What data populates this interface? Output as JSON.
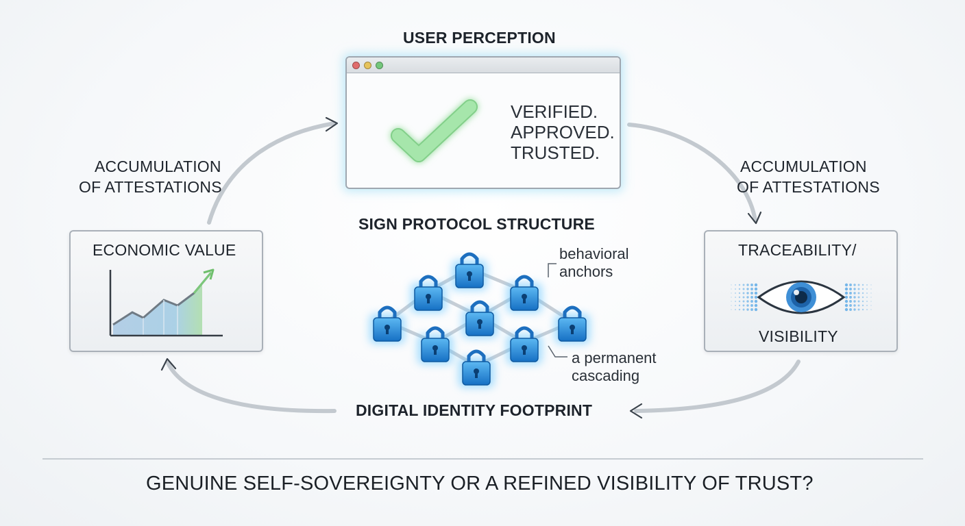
{
  "top_title": "USER PERCEPTION",
  "browser": {
    "status_lines": [
      "VERIFIED.",
      "APPROVED.",
      "TRUSTED."
    ],
    "window_dots": [
      "#e06c6c",
      "#e6c35c",
      "#74c77c"
    ]
  },
  "left_arrow_label": [
    "ACCUMULATION",
    "OF ATTESTATIONS"
  ],
  "right_arrow_label": [
    "ACCUMULATION",
    "OF ATTESTATIONS"
  ],
  "center_title": "SIGN PROTOCOL STRUCTURE",
  "annotations": {
    "behavioral": [
      "behavioral",
      "anchors"
    ],
    "permanent": [
      "a permanent",
      "cascading"
    ]
  },
  "left_panel": {
    "title": "ECONOMIC VALUE"
  },
  "right_panel": {
    "title_top": "TRACEABILITY/",
    "title_bottom": "VISIBILITY"
  },
  "bottom_label": "DIGITAL IDENTITY FOOTPRINT",
  "question": "GENUINE SELF-SOVEREIGNTY OR A REFINED VISIBILITY OF TRUST?",
  "colors": {
    "check": "#8fdc95",
    "lock": "#1f8fe0",
    "lock_glow": "#5fc4ff",
    "arrow": "#b7bec6",
    "chart_fill": "#9cc6e4",
    "chart_green": "#9bd49a",
    "eye": "#2f7fd0"
  },
  "icons": [
    "checkmark-icon",
    "lock-icon",
    "eye-icon",
    "growth-chart-icon",
    "arrow-icon"
  ]
}
